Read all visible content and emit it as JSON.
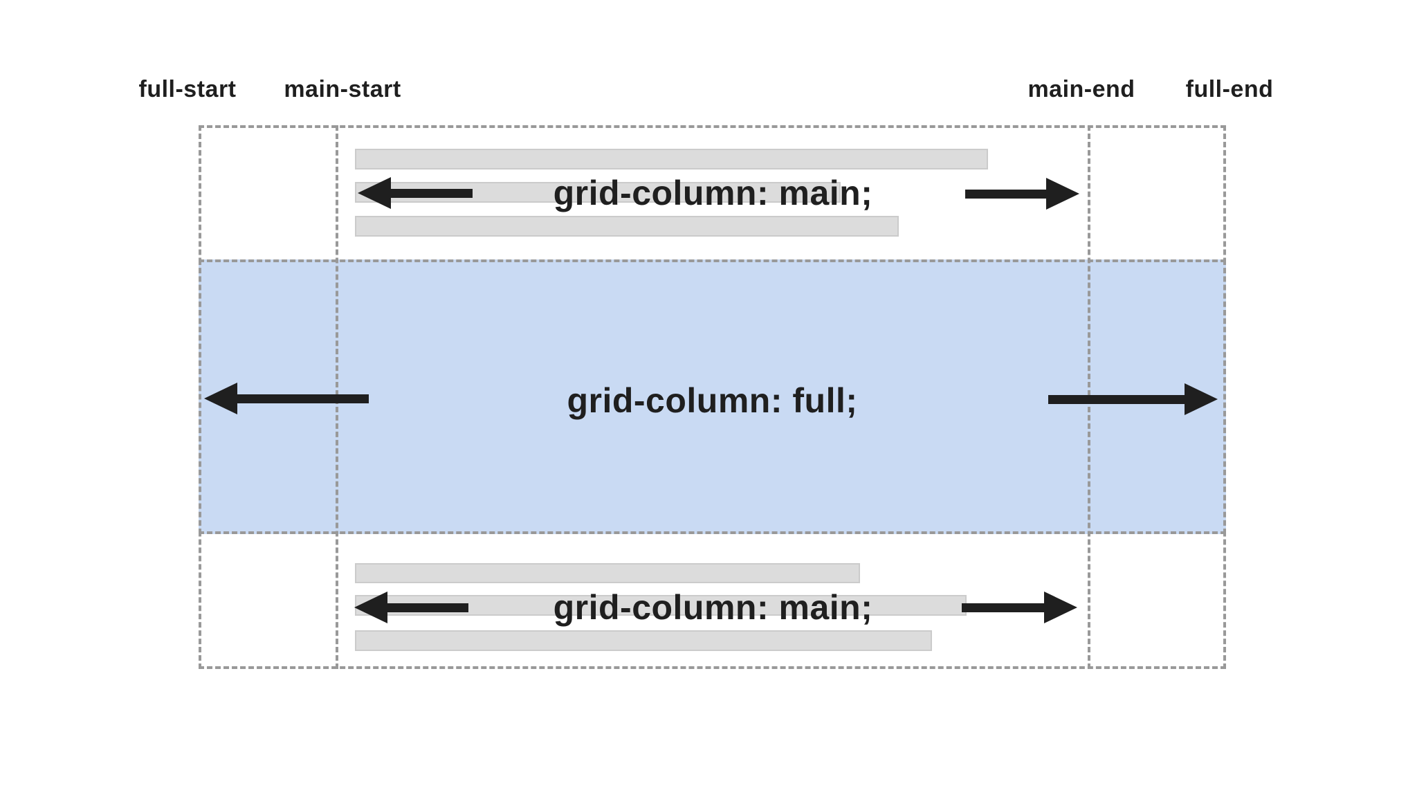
{
  "colors": {
    "background": "#ffffff",
    "dash_gray": "#999999",
    "full_span_fill": "#c9daf3",
    "placeholder_bar_fill": "#dcdcdc",
    "ink": "#1f1f1f"
  },
  "grid_labels": {
    "full_start": "full-start",
    "main_start": "main-start",
    "main_end": "main-end",
    "full_end": "full-end"
  },
  "code_blocks": {
    "top_main": "grid-column: main;",
    "full": "grid-column: full;",
    "bottom_main": "grid-column: main;"
  }
}
